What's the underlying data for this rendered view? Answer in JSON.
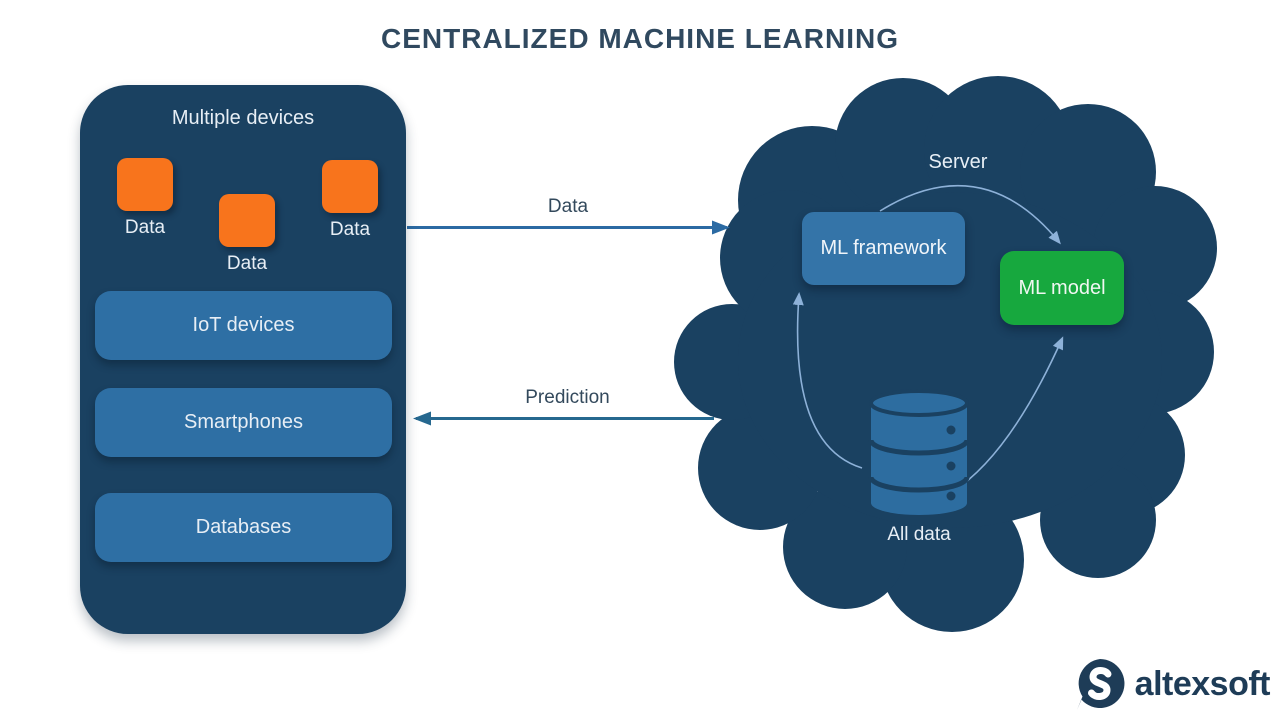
{
  "title": "CENTRALIZED MACHINE LEARNING",
  "devices_panel": {
    "title": "Multiple devices",
    "data_chips": [
      "Data",
      "Data",
      "Data"
    ],
    "items": [
      "IoT devices",
      "Smartphones",
      "Databases"
    ]
  },
  "flows": {
    "to_server": "Data",
    "to_devices": "Prediction"
  },
  "server_cloud": {
    "title": "Server",
    "framework": "ML framework",
    "model": "ML model",
    "storage": "All data"
  },
  "brand": {
    "name": "altexsoft"
  },
  "colors": {
    "navy": "#1a4161",
    "panel_button_blue": "#2e6fa4",
    "framework_blue": "#3474a8",
    "model_green": "#17a83e",
    "chip_orange": "#f8741c",
    "data_arrow_blue": "#2b6aa3",
    "prediction_arrow_teal": "#26688f",
    "curve_light_blue": "#8db1d8",
    "light_text": "#e7eef5",
    "dark_text": "#30495f",
    "brand_navy": "#1e3c57"
  }
}
